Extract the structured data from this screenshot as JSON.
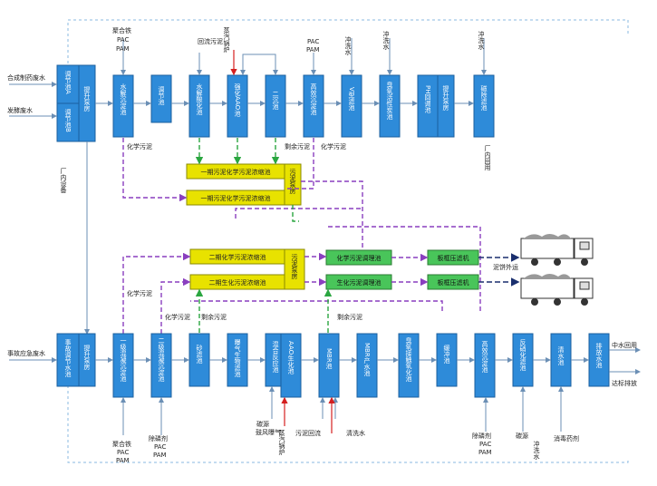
{
  "diagram": {
    "colors": {
      "box_fill": "#2e8bd9",
      "box_stroke": "#1b5f9e",
      "box_text": "#ffffff",
      "yellow_fill": "#e8e200",
      "yellow_stroke": "#8a8a00",
      "green_fill": "#49c55a",
      "green_stroke": "#2a7a33",
      "flow_line": "#6b8fb5",
      "purple_dash": "#8a3fbf",
      "green_dash": "#2aa640",
      "navy_dash": "#1a2f6e",
      "lightblue_dash": "#89b8e0",
      "red_arrow": "#d42020"
    },
    "top_row_boxes": [
      {
        "id": "reg_a",
        "label": "调节池A"
      },
      {
        "id": "reg_b",
        "label": "调节池B"
      },
      {
        "id": "lift_top",
        "label": "提升泵房"
      },
      {
        "id": "hydro_sed",
        "label": "水解沉淀池"
      },
      {
        "id": "ph_tank",
        "label": "调节池"
      },
      {
        "id": "hydro_acid",
        "label": "水解酸化池"
      },
      {
        "id": "enh_ao",
        "label": "强化AAO池"
      },
      {
        "id": "mbr",
        "label": "二沉池"
      },
      {
        "id": "hi_sed",
        "label": "高效沉淀池"
      },
      {
        "id": "v_filter",
        "label": "V型滤池"
      },
      {
        "id": "ozone_carbon",
        "label": "臭氧活性炭池"
      },
      {
        "id": "ph_back",
        "label": "PH回调池"
      },
      {
        "id": "lift2",
        "label": "提升泵房"
      },
      {
        "id": "disinfect",
        "label": "磁除滤池"
      }
    ],
    "top_inputs": {
      "factory_a": "合成制药废水",
      "factory_b": "发酵废水",
      "top_dosing_1a": "聚合铁",
      "top_dosing_1b": "PAC",
      "top_dosing_1c": "PAM",
      "top_heat": "蒸汽锅炉",
      "top_sludge_reflux": "回流污泥",
      "top_dosing_2a": "PAC",
      "top_dosing_2b": "PAM",
      "top_flush_1": "冲洗水",
      "top_flush_2": "冲洗水",
      "top_flush_3": "冲洗水",
      "factory_equip": "厂内设备",
      "factory_reuse": "厂内回用"
    },
    "sludge_labels": {
      "chem_sludge_1": "化学污泥",
      "bio_sludge_1": "剩余污泥",
      "chem_sludge_2": "化学污泥",
      "chem_sludge_3": "化学污泥",
      "chem_sludge_4": "化学污泥",
      "bio_sludge_2": "剩余污泥",
      "bio_sludge_3": "剩余污泥",
      "bio_sludge_4": "剩余污泥"
    },
    "yellow_boxes": [
      {
        "id": "y1",
        "label": "一期污泥化学污泥浓缩池"
      },
      {
        "id": "y2",
        "label": "一期污泥化学污泥浓缩池"
      },
      {
        "id": "y3",
        "label": "二期化学污泥浓缩池"
      },
      {
        "id": "y4",
        "label": "二期生化污泥浓缩池"
      }
    ],
    "yellow_tall": [
      {
        "id": "yt1",
        "label": "污泥泵房"
      },
      {
        "id": "yt2",
        "label": "污泥泵房"
      }
    ],
    "green_boxes": [
      {
        "id": "g1",
        "label": "化学污泥调理池"
      },
      {
        "id": "g2",
        "label": "生化污泥调理池"
      },
      {
        "id": "g3",
        "label": "板框压滤机"
      },
      {
        "id": "g4",
        "label": "板框压滤机"
      }
    ],
    "outside_disposal": "泥饼外运",
    "bottom_row_boxes": [
      {
        "id": "reg_bot",
        "label": "事故调节水池"
      },
      {
        "id": "lift_bot",
        "label": "提升泵房"
      },
      {
        "id": "coag_a",
        "label": "一级混凝沉淀池"
      },
      {
        "id": "coag_b",
        "label": "二级混凝沉淀池"
      },
      {
        "id": "sand",
        "label": "砂滤池"
      },
      {
        "id": "aer_pre",
        "label": "曝气生物滤池"
      },
      {
        "id": "mix_tank",
        "label": "混合反应池"
      },
      {
        "id": "aao",
        "label": "AAO生化池"
      },
      {
        "id": "mbr_bot",
        "label": "MBR池"
      },
      {
        "id": "mbr_prod",
        "label": "MBR产水池"
      },
      {
        "id": "ozone_bot",
        "label": "臭氧接触氧化池"
      },
      {
        "id": "buffer",
        "label": "缓冲池"
      },
      {
        "id": "hi_sed_bot",
        "label": "高效沉淀池"
      },
      {
        "id": "reverse",
        "label": "反硝化滤池"
      },
      {
        "id": "clear",
        "label": "清水池"
      },
      {
        "id": "out_pump",
        "label": "排放水池"
      }
    ],
    "bottom_inputs": {
      "accident_water": "事故应急废水",
      "dose_b1a": "聚合铁",
      "dose_b1b": "PAC",
      "dose_b1c": "PAM",
      "dose_b2a": "除磷剂",
      "dose_b2b": "PAC",
      "dose_b2c": "PAM",
      "carbon_b": "碳源",
      "blower_b": "鼓风曝气",
      "reflux_b": "污泥回流",
      "heat_b": "蒸汽锅炉",
      "clean_b": "清洗水",
      "dose_b3a": "除磷剂",
      "dose_b3b": "PAC",
      "dose_b3c": "PAM",
      "carbon_b2": "碳源",
      "flush_b": "冲洗水",
      "disinfectant_b": "消毒药剂"
    },
    "outputs": {
      "reuse": "中水回用",
      "discharge": "达标排放"
    }
  }
}
